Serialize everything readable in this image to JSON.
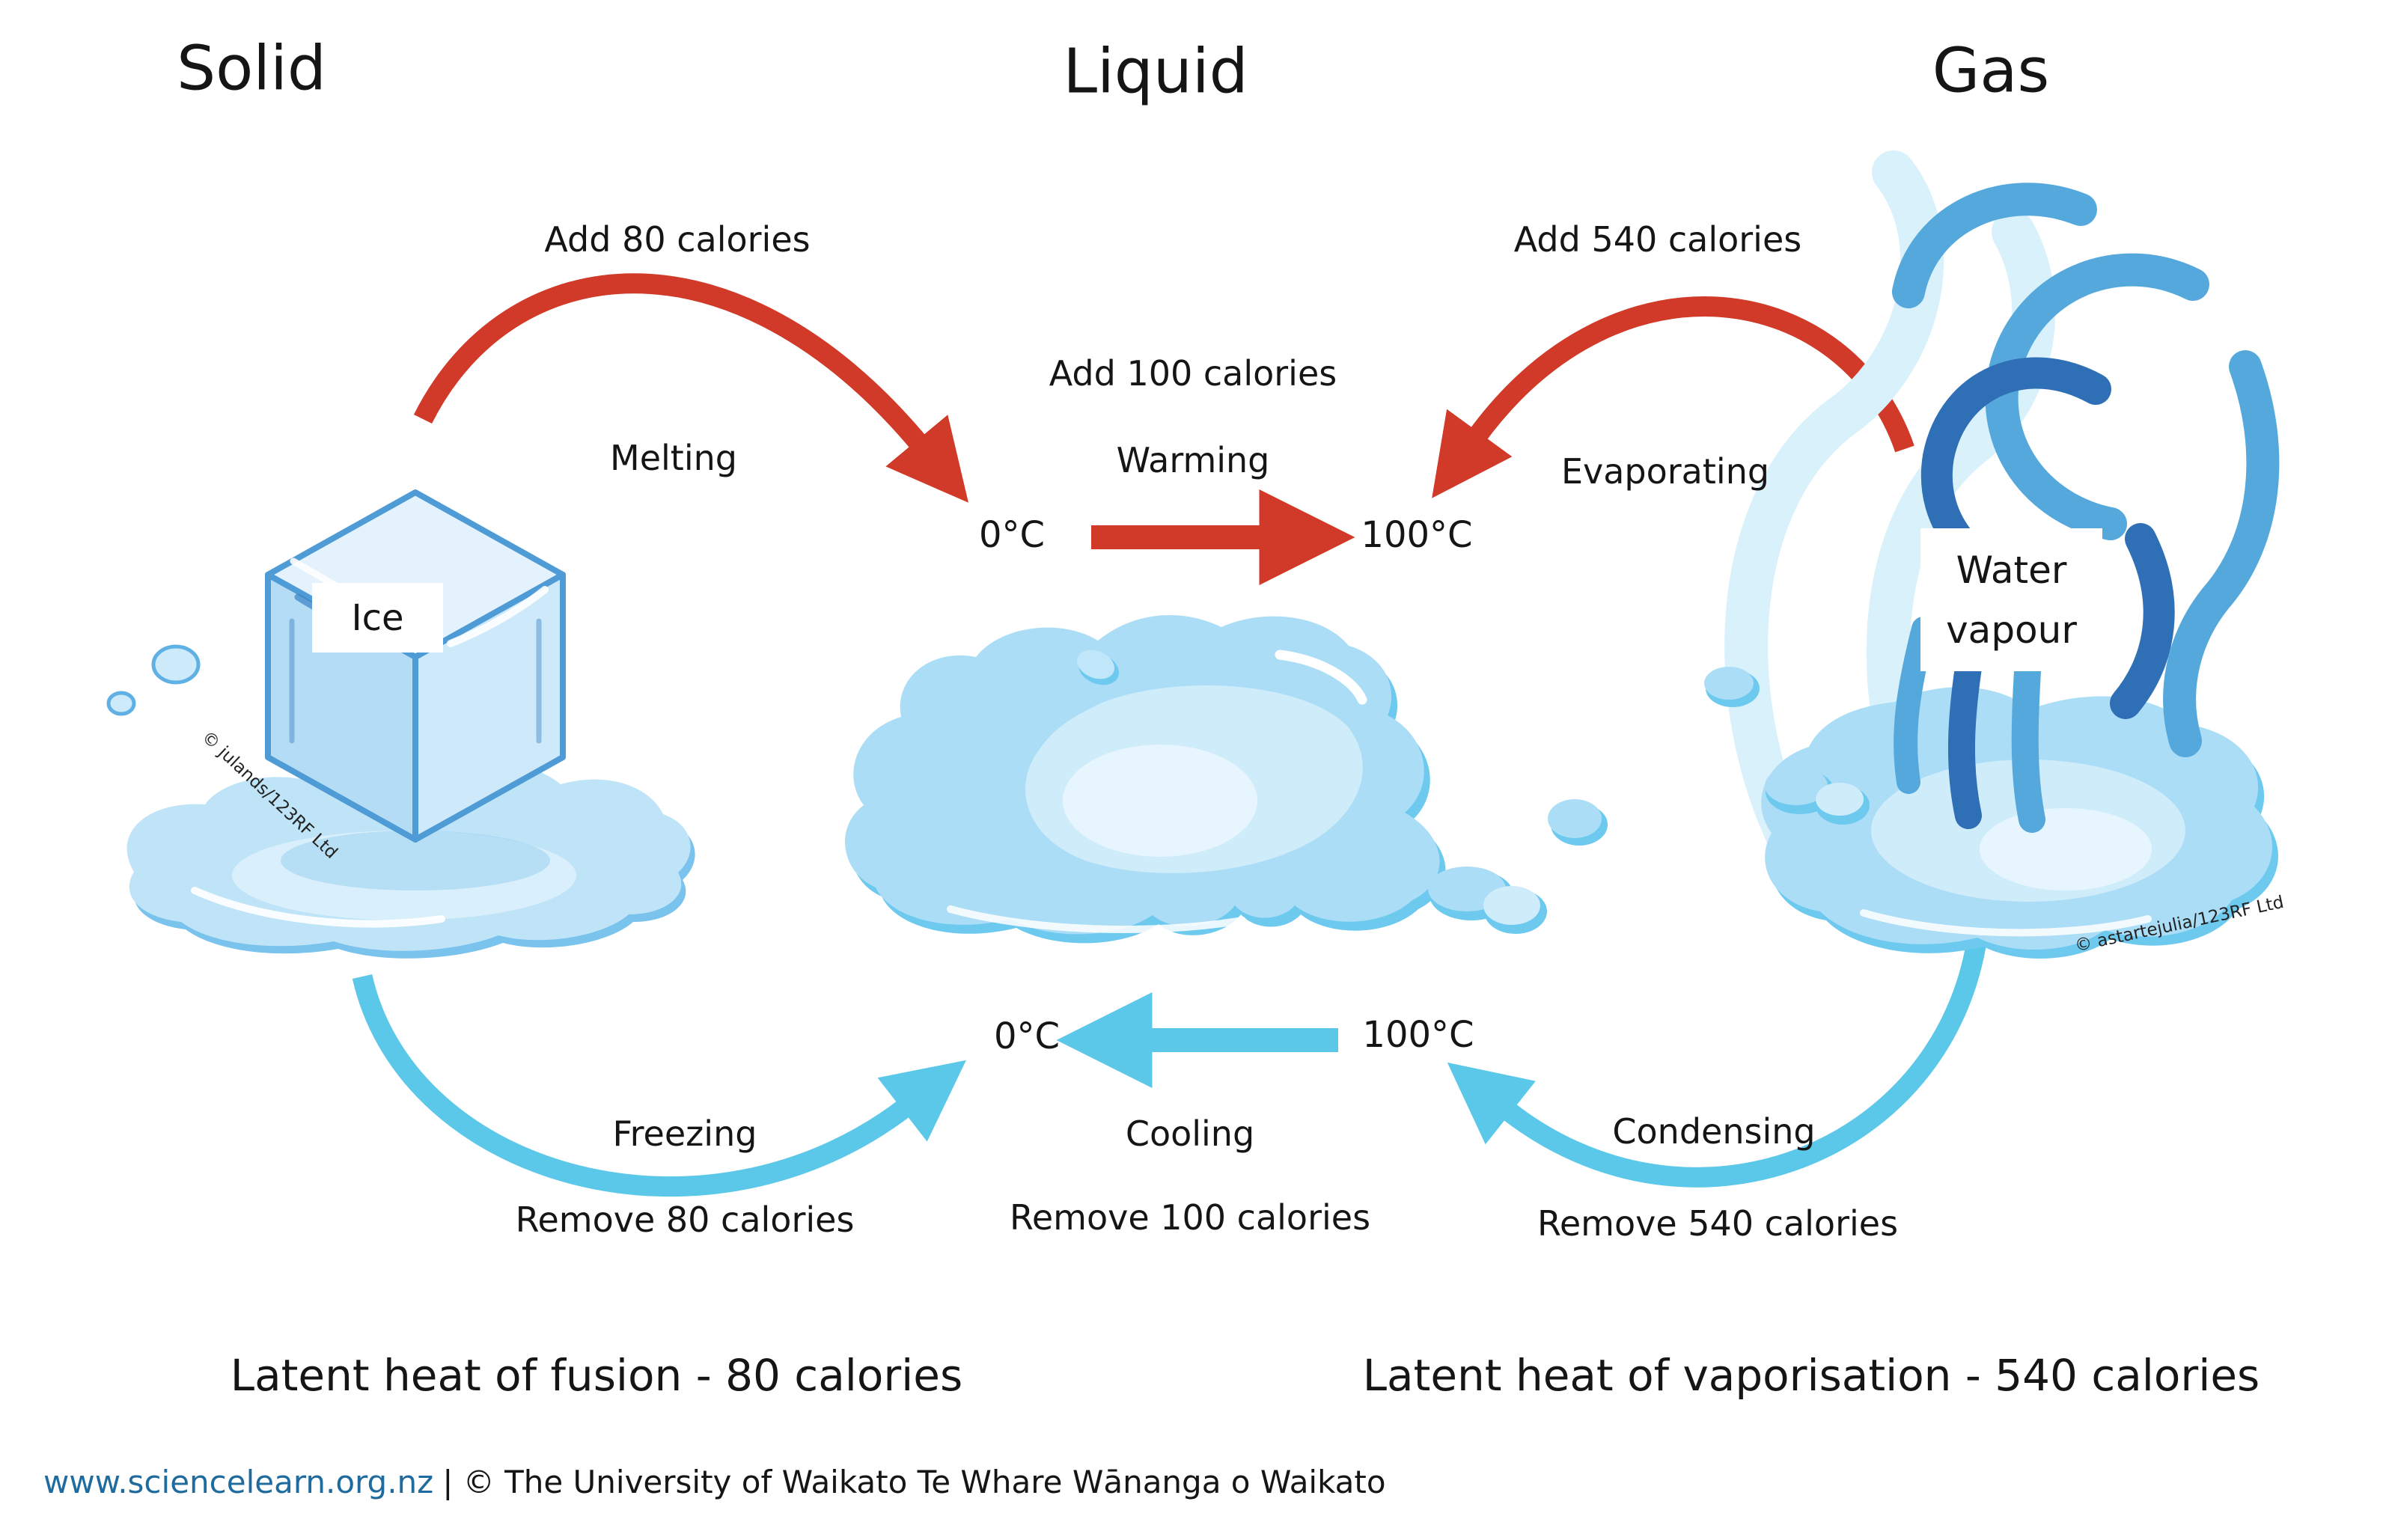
{
  "states": {
    "solid": "Solid",
    "liquid": "Liquid",
    "gas": "Gas"
  },
  "transitions": {
    "melting": {
      "energy": "Add 80 calories",
      "label": "Melting"
    },
    "warming": {
      "energy": "Add 100 calories",
      "label": "Warming",
      "from_temp": "0°C",
      "to_temp": "100°C"
    },
    "evaporating": {
      "energy": "Add 540 calories",
      "label": "Evaporating"
    },
    "freezing": {
      "label": "Freezing",
      "energy": "Remove 80 calories"
    },
    "cooling": {
      "label": "Cooling",
      "energy": "Remove 100 calories",
      "from_temp": "100°C",
      "to_temp": "0°C"
    },
    "condensing": {
      "label": "Condensing",
      "energy": "Remove 540 calories"
    }
  },
  "illustrations": {
    "ice_label": "Ice",
    "water_vapour_line1": "Water",
    "water_vapour_line2": "vapour",
    "ice_credit": "© julands/123RF Ltd",
    "vapour_credit": "© astartejulia/123RF Ltd"
  },
  "summary": {
    "fusion": "Latent heat of fusion - 80 calories",
    "vaporisation": "Latent heat of vaporisation - 540 calories"
  },
  "footer": {
    "link": "www.sciencelearn.org.nz",
    "copyright": "| © The University of Waikato Te Whare Wānanga o Waikato"
  },
  "colors": {
    "heat_arrow": "#d13a28",
    "cool_arrow": "#5bc8e9",
    "link": "#1f6b9e"
  }
}
